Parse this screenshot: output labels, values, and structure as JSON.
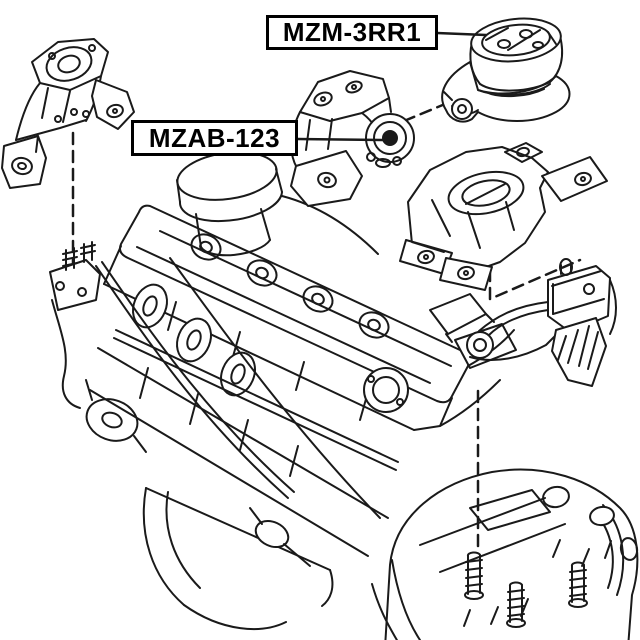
{
  "diagram": {
    "background_color": "#ffffff",
    "line_color": "#1a1a1a",
    "labels": {
      "rear_mount": {
        "text": "MZM-3RR1"
      },
      "bracket": {
        "text": "MZAB-123"
      }
    },
    "parts": [
      {
        "id": "front-engine-mount"
      },
      {
        "id": "rear-engine-mount"
      },
      {
        "id": "engine-mount-bracket"
      },
      {
        "id": "transmission-mount"
      },
      {
        "id": "transmission-mount-bracket"
      },
      {
        "id": "engine-assembly"
      }
    ]
  }
}
